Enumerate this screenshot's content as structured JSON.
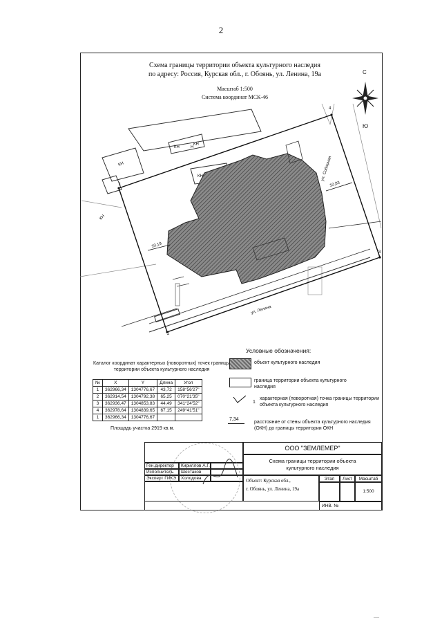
{
  "page_number": "2",
  "header": {
    "title_line1": "Схема границы территории объекта культурного наследия",
    "title_line2": "по адресу: Россия, Курская обл., г. Обоянь, ул. Ленина, 19а",
    "scale": "Масштаб 1:500",
    "coord_system": "Система координат МСК-46"
  },
  "compass": {
    "north": "С",
    "south": "Ю"
  },
  "map_labels": {
    "kn": "КН",
    "n": "Н",
    "street_lenina": "ул. Ленина",
    "street_sobornaya": "ул. Соборная",
    "dist_left": "10,19",
    "dist_right": "10,83",
    "point_1": "1",
    "point_2": "2",
    "point_3": "3",
    "point_4": "4"
  },
  "legend": {
    "title": "Условные обозначения:",
    "items": [
      {
        "text": "объект культурного наследия"
      },
      {
        "text": "граница территории объекта культурного наследия"
      },
      {
        "text": "характерная (поворотная) точка границы территории объекта культурного наследия",
        "mark": "1"
      },
      {
        "text": "расстояние от стены объекта культурного наследия (ОКН) до границы территории ОКН",
        "mark": "7,34"
      }
    ]
  },
  "catalog": {
    "title": "Каталог координат характерных (поворотных) точек границы территории объекта культурного наследия",
    "headers": [
      "№",
      "X",
      "Y",
      "Длина",
      "Угол"
    ],
    "rows": [
      [
        "1",
        "362966,34",
        "1304776,67",
        "43,72",
        "158°56'27\""
      ],
      [
        "2",
        "362914,54",
        "1304792,38",
        "65,25",
        "070°21'35\""
      ],
      [
        "3",
        "362936,47",
        "1304853,83",
        "44,49",
        "341°24'52\""
      ],
      [
        "4",
        "362978,64",
        "1304839,65",
        "67,15",
        "249°41'51\""
      ],
      [
        "1",
        "362966,34",
        "1304776,67",
        "",
        ""
      ]
    ],
    "area": "Площадь участка 2919 кв.м."
  },
  "stamp": {
    "company": "ООО \"ЗЕМЛЕМЕР\"",
    "doc_title": "Схема границы территории объекта культурного наследия",
    "roles": [
      {
        "role": "Ген.директор",
        "name": "Кириллов А.Г."
      },
      {
        "role": "Исполнитель",
        "name": "Шестаков С.В."
      },
      {
        "role": "Эксперт ГИКЭ",
        "name": "Холодова Е.Р."
      }
    ],
    "object_label": "Объект: Курская обл.,",
    "object_line2": "г. Обоянь, ул. Ленина, 19а",
    "stage_label": "Этап",
    "sheet_label": "Лист",
    "scale_label": "Масштаб",
    "scale_value": "1:500",
    "inv_label": "ИНВ. №"
  }
}
